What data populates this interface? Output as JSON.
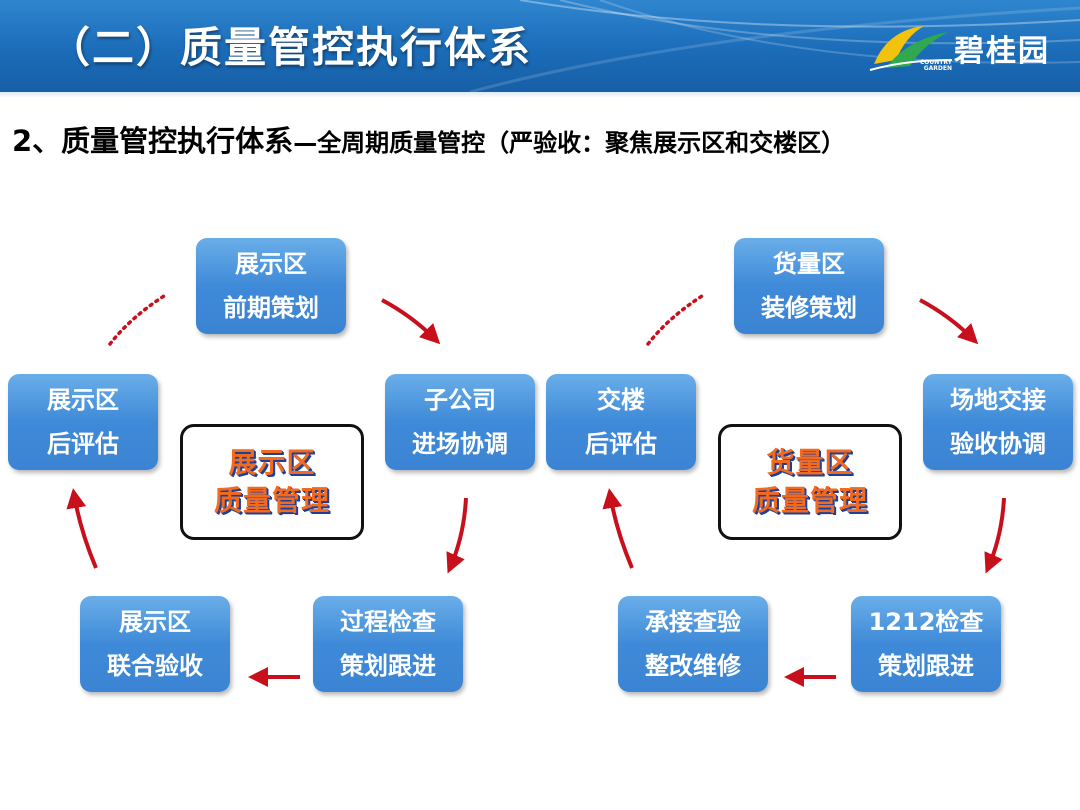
{
  "header": {
    "title": "（二）质量管控执行体系",
    "logo_text": "碧桂园",
    "logo_sub": "COUNTRY GARDEN"
  },
  "subtitle": {
    "main": "2、质量管控执行体系",
    "rest": "—全周期质量管控（严验收：聚焦展示区和交楼区）"
  },
  "left_cycle": {
    "center": [
      "展示区",
      "质量管理"
    ],
    "boxes": {
      "top": [
        "展示区",
        "前期策划"
      ],
      "right": [
        "子公司",
        "进场协调"
      ],
      "bottom_right": [
        "过程检查",
        "策划跟进"
      ],
      "bottom_left": [
        "展示区",
        "联合验收"
      ],
      "left": [
        "展示区",
        "后评估"
      ]
    }
  },
  "right_cycle": {
    "center": [
      "货量区",
      "质量管理"
    ],
    "boxes": {
      "top": [
        "货量区",
        "装修策划"
      ],
      "right": [
        "场地交接",
        "验收协调"
      ],
      "bottom_right": [
        "1212检查",
        "策划跟进"
      ],
      "bottom_left": [
        "承接查验",
        "整改维修"
      ],
      "left": [
        "交楼",
        "后评估"
      ]
    }
  },
  "colors": {
    "banner": "#1b6cb8",
    "box": "#4a92dc",
    "arrow": "#c8101c",
    "center_text": "#f06a20"
  }
}
